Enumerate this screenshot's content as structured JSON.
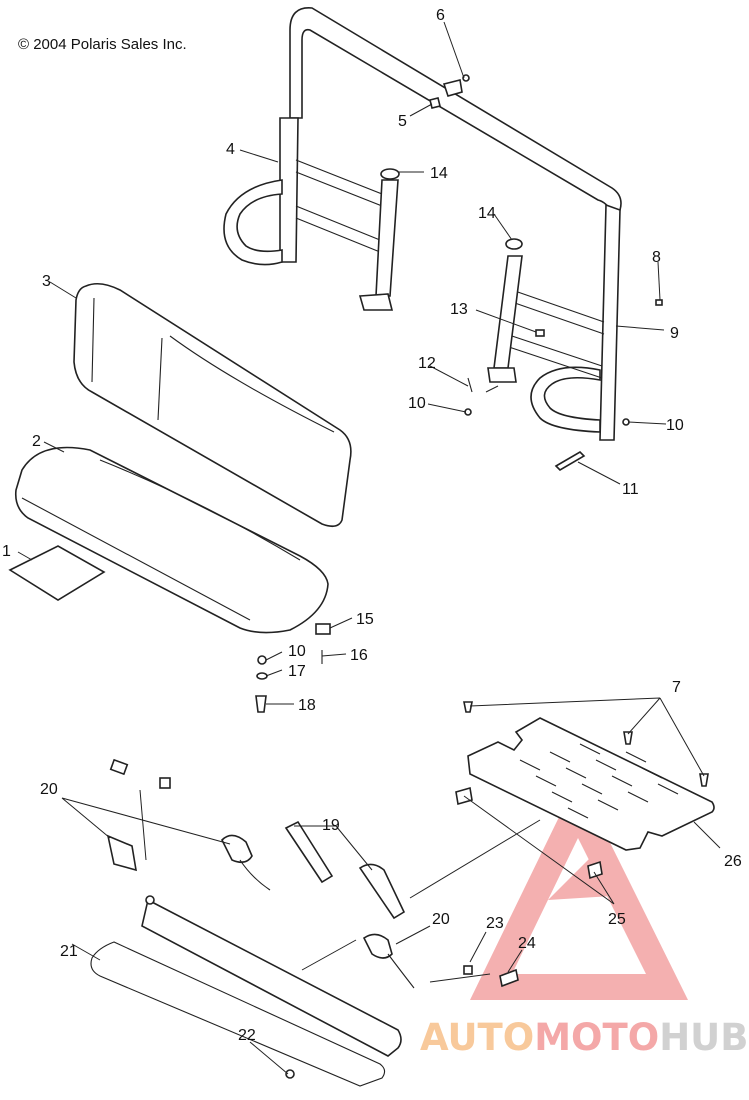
{
  "copyright": "© 2004 Polaris Sales Inc.",
  "watermark": {
    "part1": "AUTO",
    "part2": "MOTO",
    "part3": "HUB",
    "color1": "#f7c08a",
    "color2": "#f39a9a",
    "color3": "#c9c9c9"
  },
  "callouts": [
    {
      "id": "c1",
      "text": "1"
    },
    {
      "id": "c2",
      "text": "2"
    },
    {
      "id": "c3",
      "text": "3"
    },
    {
      "id": "c4",
      "text": "4"
    },
    {
      "id": "c5",
      "text": "5"
    },
    {
      "id": "c6",
      "text": "6"
    },
    {
      "id": "c7",
      "text": "7"
    },
    {
      "id": "c8",
      "text": "8"
    },
    {
      "id": "c9",
      "text": "9"
    },
    {
      "id": "c10a",
      "text": "10"
    },
    {
      "id": "c10b",
      "text": "10"
    },
    {
      "id": "c10c",
      "text": "10"
    },
    {
      "id": "c11",
      "text": "11"
    },
    {
      "id": "c12",
      "text": "12"
    },
    {
      "id": "c13",
      "text": "13"
    },
    {
      "id": "c14a",
      "text": "14"
    },
    {
      "id": "c14b",
      "text": "14"
    },
    {
      "id": "c15",
      "text": "15"
    },
    {
      "id": "c16",
      "text": "16"
    },
    {
      "id": "c17",
      "text": "17"
    },
    {
      "id": "c18",
      "text": "18"
    },
    {
      "id": "c19",
      "text": "19"
    },
    {
      "id": "c20a",
      "text": "20"
    },
    {
      "id": "c20b",
      "text": "20"
    },
    {
      "id": "c21",
      "text": "21"
    },
    {
      "id": "c22",
      "text": "22"
    },
    {
      "id": "c23",
      "text": "23"
    },
    {
      "id": "c24",
      "text": "24"
    },
    {
      "id": "c25",
      "text": "25"
    },
    {
      "id": "c26",
      "text": "26"
    }
  ]
}
